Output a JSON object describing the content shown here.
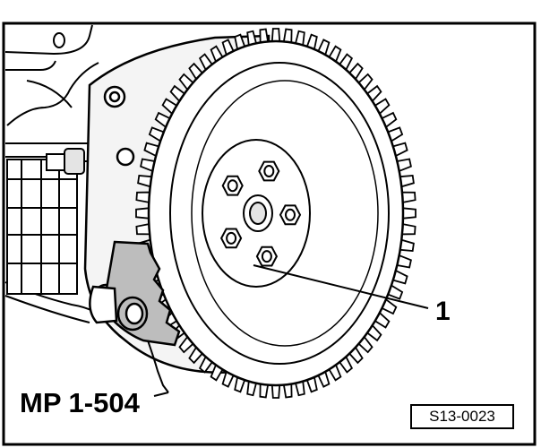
{
  "callouts": {
    "bolt_label": "1",
    "tool_label": "MP 1-504"
  },
  "reference": {
    "code": "S13-0023"
  },
  "colors": {
    "line": "#000000",
    "background": "#ffffff",
    "gray_shade": "#bdbdbd",
    "light_gray": "#e4e4e4"
  },
  "flywheel": {
    "tooth_count": 68,
    "bolt_count": 5
  }
}
